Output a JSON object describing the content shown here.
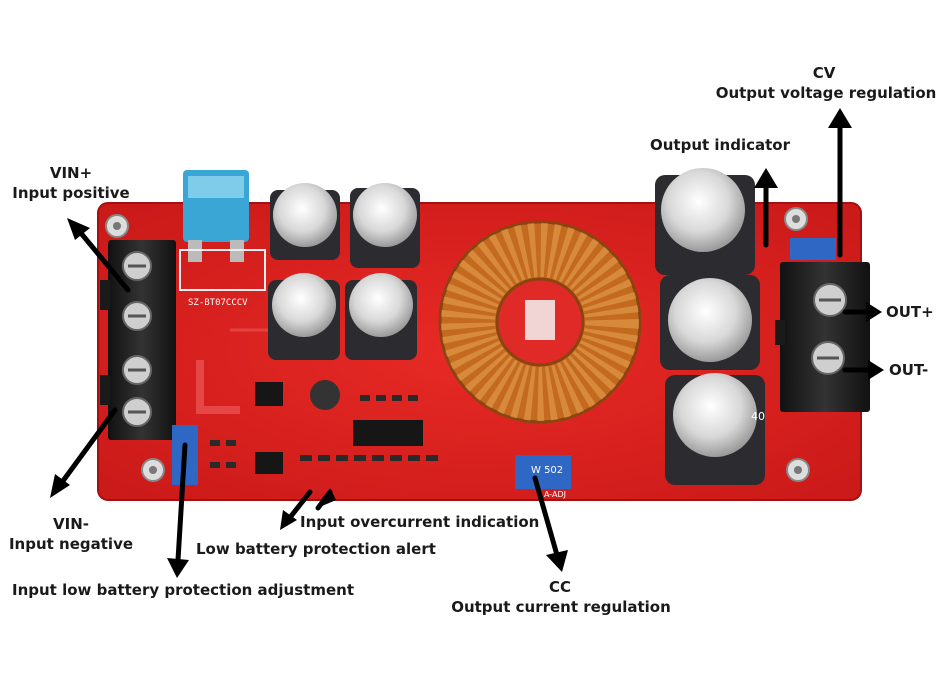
{
  "colors": {
    "pcb": "#e0211f",
    "pcb_dark": "#b51414",
    "capacitor": "#2c2c30",
    "capacitor_top": "#dcdcdc",
    "coil": "#c46a1f",
    "terminal": "#1c1c1c",
    "fuse": "#3aa6d6",
    "trimmer": "#2f67c4",
    "arrow": "#000000"
  },
  "icons": {
    "arrow": "arrow-icon",
    "board": "dc-dc-boost-converter-board"
  },
  "labels": {
    "cv_title": "CV",
    "cv_desc": "Output voltage regulation",
    "output_indicator": "Output indicator",
    "vin_pos_title": "VIN+",
    "vin_pos_desc": "Input positive",
    "vin_neg_title": "VIN-",
    "vin_neg_desc": "Input negative",
    "out_pos": "OUT+",
    "out_neg": "OUT-",
    "overcurrent": "Input overcurrent indication",
    "low_batt_alert": "Low battery protection alert",
    "low_batt_adjust": "Input low battery protection adjustment",
    "cc_title": "CC",
    "cc_desc": "Output current regulation"
  },
  "board_text": {
    "model": "SZ-BT07CCCV",
    "trimmer_cc": "W 502",
    "cap_mark": "40",
    "cc_label": "A-ADJ"
  }
}
